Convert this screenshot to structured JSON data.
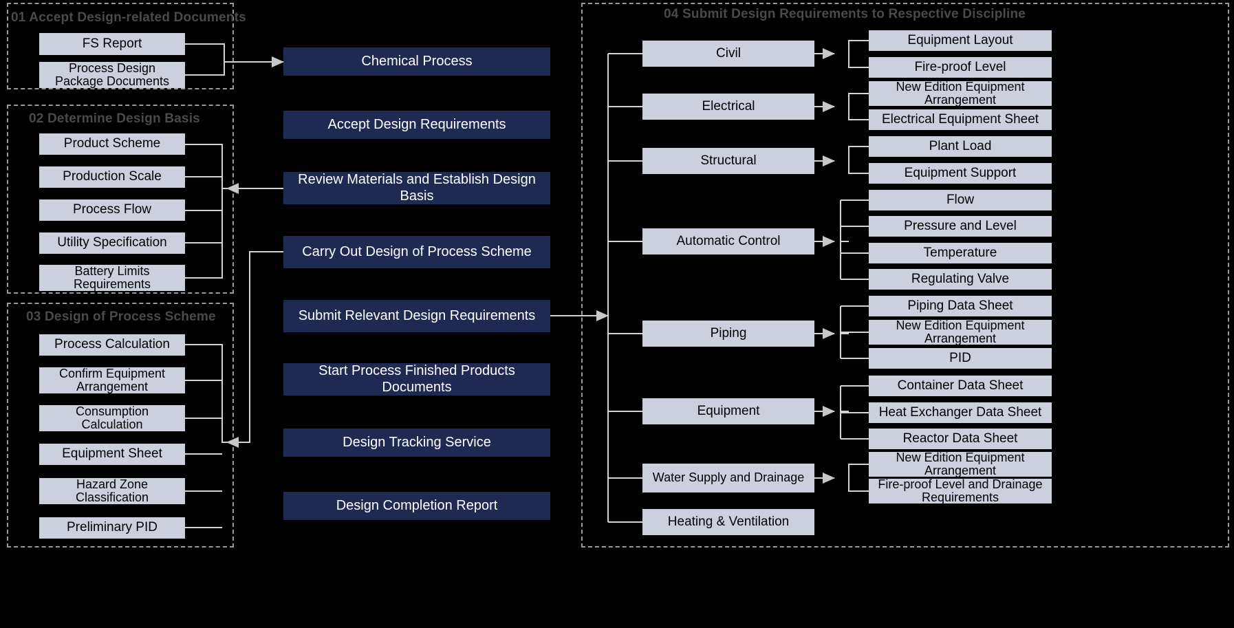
{
  "groups": [
    {
      "id": "g01",
      "title": "01 Accept Design-related Documents"
    },
    {
      "id": "g02",
      "title": "02 Determine Design Basis"
    },
    {
      "id": "g03",
      "title": "03 Design of Process Scheme"
    },
    {
      "id": "g04",
      "title": "04 Submit Design Requirements to Respective Discipline"
    }
  ],
  "group01_items": [
    {
      "label": "FS Report"
    },
    {
      "label": "Process Design Package Documents"
    }
  ],
  "group02_items": [
    {
      "label": "Product  Scheme"
    },
    {
      "label": "Production Scale"
    },
    {
      "label": "Process Flow"
    },
    {
      "label": "Utility Specification"
    },
    {
      "label": "Battery Limits Requirements"
    }
  ],
  "group03_items": [
    {
      "label": "Process Calculation"
    },
    {
      "label": "Confirm Equipment Arrangement"
    },
    {
      "label": "Consumption Calculation"
    },
    {
      "label": "Equipment Sheet"
    },
    {
      "label": "Hazard Zone Classification"
    },
    {
      "label": "Preliminary PID"
    }
  ],
  "center_steps": [
    {
      "label": "Chemical Process"
    },
    {
      "label": "Accept Design Requirements"
    },
    {
      "label": "Review Materials and Establish Design Basis"
    },
    {
      "label": "Carry Out Design of Process Scheme"
    },
    {
      "label": "Submit Relevant Design Requirements"
    },
    {
      "label": "Start Process Finished Products Documents"
    },
    {
      "label": "Design Tracking Service"
    },
    {
      "label": "Design Completion Report"
    }
  ],
  "disciplines": [
    {
      "label": "Civil"
    },
    {
      "label": "Electrical"
    },
    {
      "label": "Structural"
    },
    {
      "label": "Automatic Control"
    },
    {
      "label": "Piping"
    },
    {
      "label": "Equipment"
    },
    {
      "label": "Water Supply and Drainage"
    },
    {
      "label": "Heating & Ventilation"
    }
  ],
  "deliverables": [
    {
      "label": "Equipment Layout"
    },
    {
      "label": "Fire-proof Level"
    },
    {
      "label": "New Edition Equipment Arrangement"
    },
    {
      "label": "Electrical Equipment Sheet"
    },
    {
      "label": "Plant Load"
    },
    {
      "label": "Equipment Support"
    },
    {
      "label": "Flow"
    },
    {
      "label": "Pressure and Level"
    },
    {
      "label": "Temperature"
    },
    {
      "label": "Regulating Valve"
    },
    {
      "label": "Piping Data Sheet"
    },
    {
      "label": "New Edition Equipment Arrangement"
    },
    {
      "label": "PID"
    },
    {
      "label": "Container Data Sheet"
    },
    {
      "label": "Heat Exchanger Data Sheet"
    },
    {
      "label": "Reactor Data Sheet"
    },
    {
      "label": "New Edition Equipment Arrangement"
    },
    {
      "label": "Fire-proof Level and Drainage Requirements"
    }
  ],
  "colors": {
    "background": "#000000",
    "group_border": "#9a9a9a",
    "group_title": "#4a4a4a",
    "light_box": "#ccd0dc",
    "dark_box": "#1f2a52",
    "wire": "#d4d4d4"
  }
}
